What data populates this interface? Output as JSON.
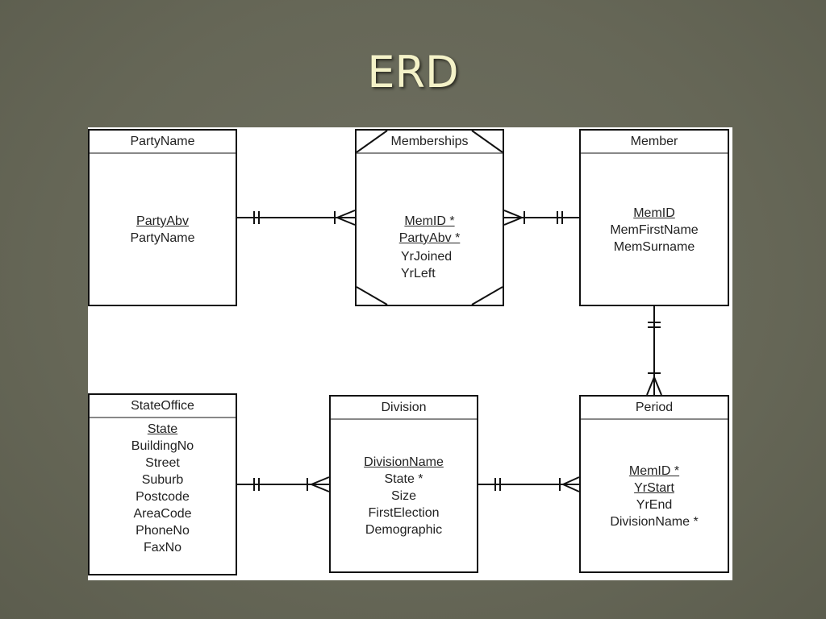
{
  "slide": {
    "title": "ERD"
  },
  "entities": {
    "partyname": {
      "name": "PartyName",
      "pk": [
        "PartyAbv"
      ],
      "attrs": [
        "PartyName"
      ]
    },
    "memberships": {
      "name": "Memberships",
      "pk": [
        "MemID *",
        "PartyAbv *"
      ],
      "attrs": [
        "YrJoined",
        "YrLeft"
      ]
    },
    "member": {
      "name": "Member",
      "pk": [
        "MemID"
      ],
      "attrs": [
        "MemFirstName",
        "MemSurname"
      ]
    },
    "stateoffice": {
      "name": "StateOffice",
      "pk": [
        "State"
      ],
      "attrs": [
        "BuildingNo",
        "Street",
        "Suburb",
        "Postcode",
        "AreaCode",
        "PhoneNo",
        "FaxNo"
      ]
    },
    "division": {
      "name": "Division",
      "pk": [
        "DivisionName"
      ],
      "attrs": [
        "State *",
        "Size",
        "FirstElection",
        "Demographic"
      ]
    },
    "period": {
      "name": "Period",
      "pk": [
        "MemID *",
        "YrStart"
      ],
      "attrs": [
        "YrEnd",
        "DivisionName *"
      ]
    }
  },
  "relationships": [
    {
      "from": "PartyName",
      "to": "Memberships",
      "from_cardinality": "one",
      "to_cardinality": "one-or-many"
    },
    {
      "from": "Member",
      "to": "Memberships",
      "from_cardinality": "one",
      "to_cardinality": "one-or-many"
    },
    {
      "from": "Member",
      "to": "Period",
      "from_cardinality": "one",
      "to_cardinality": "one-or-many"
    },
    {
      "from": "StateOffice",
      "to": "Division",
      "from_cardinality": "one",
      "to_cardinality": "one-or-many"
    },
    {
      "from": "Division",
      "to": "Period",
      "from_cardinality": "one",
      "to_cardinality": "one-or-many"
    }
  ]
}
